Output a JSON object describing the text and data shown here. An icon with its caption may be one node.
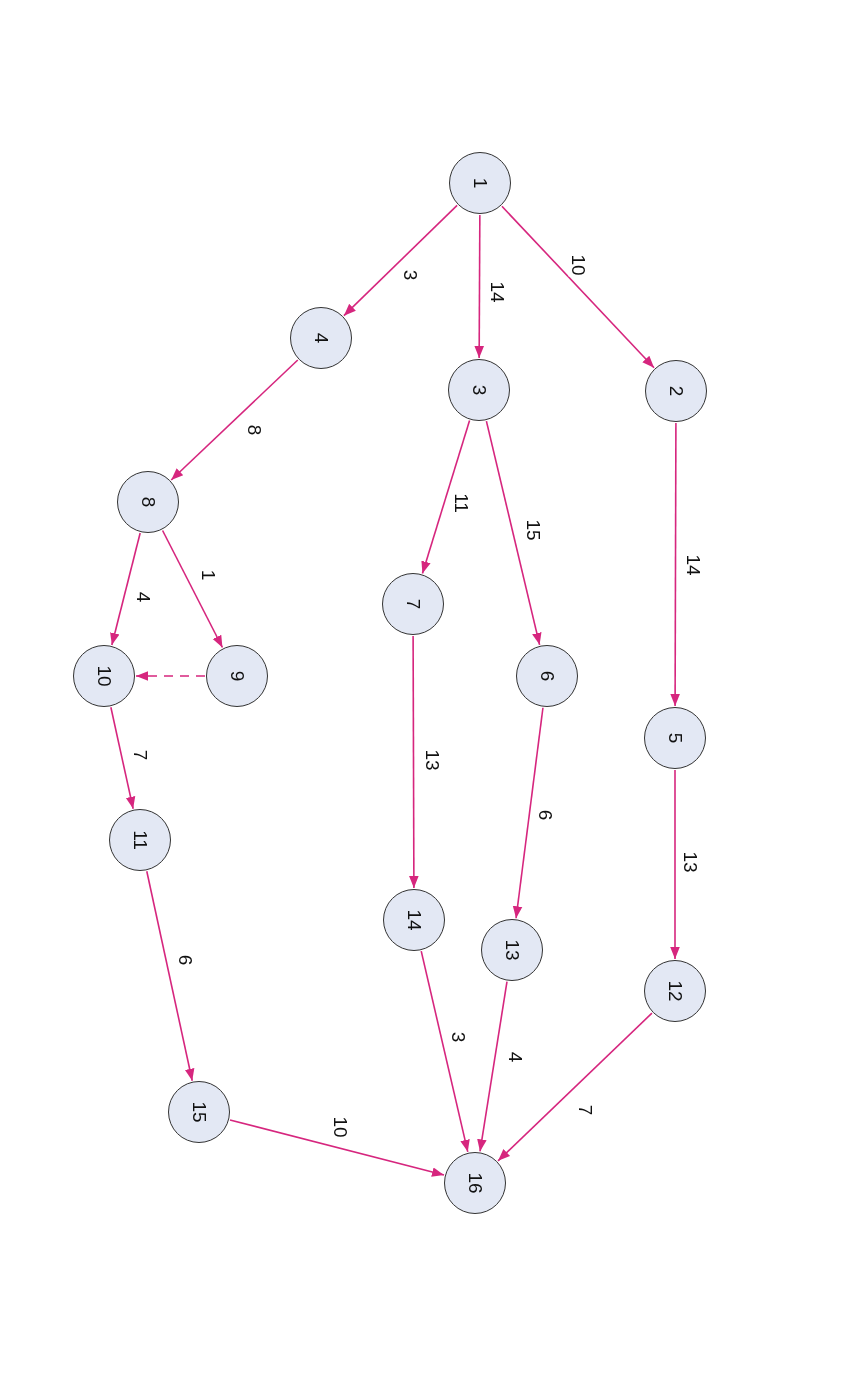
{
  "diagram": {
    "nodes": [
      {
        "text": [
          "1"
        ]
      },
      {
        "text": [
          "2"
        ]
      },
      {
        "text": [
          "3"
        ]
      },
      {
        "text": [
          "4"
        ]
      },
      {
        "text": [
          "5"
        ]
      },
      {
        "text": [
          "6"
        ]
      },
      {
        "text": [
          "7"
        ]
      },
      {
        "text": [
          "8"
        ]
      },
      {
        "text": [
          "9"
        ]
      },
      {
        "text": [
          "10"
        ]
      },
      {
        "text": [
          "11"
        ]
      },
      {
        "text": [
          "12"
        ]
      },
      {
        "text": [
          "13"
        ]
      },
      {
        "text": [
          "14"
        ]
      },
      {
        "text": [
          "15"
        ]
      },
      {
        "text": [
          "16"
        ]
      }
    ],
    "edges": [
      {
        "from": 0,
        "to": 3,
        "arrow": "to",
        "label": "3"
      },
      {
        "from": 0,
        "to": 2,
        "arrow": "to",
        "label": "14"
      },
      {
        "from": 0,
        "to": 1,
        "arrow": "to",
        "label": "10"
      },
      {
        "from": 1,
        "to": 4,
        "arrow": "to",
        "label": "14"
      },
      {
        "from": 3,
        "to": 7,
        "arrow": "to",
        "label": "8"
      },
      {
        "from": 2,
        "to": 6,
        "arrow": "to",
        "label": "11"
      },
      {
        "from": 2,
        "to": 5,
        "arrow": "to",
        "label": "15"
      },
      {
        "from": 7,
        "to": 9,
        "arrow": "to",
        "label": "4"
      },
      {
        "from": 7,
        "to": 8,
        "arrow": "to",
        "label": "1"
      },
      {
        "from": 8,
        "to": 9,
        "arrow": "to",
        "style": "dashed"
      },
      {
        "from": 4,
        "to": 11,
        "arrow": "to",
        "label": "13"
      },
      {
        "from": 6,
        "to": 13,
        "arrow": "to",
        "label": "13"
      },
      {
        "from": 5,
        "to": 12,
        "arrow": "to",
        "label": "6"
      },
      {
        "from": 9,
        "to": 10,
        "arrow": "to",
        "label": "7"
      },
      {
        "from": 10,
        "to": 14,
        "arrow": "to",
        "label": "6"
      },
      {
        "from": 13,
        "to": 15,
        "arrow": "to",
        "label": "3"
      },
      {
        "from": 12,
        "to": 15,
        "arrow": "to",
        "label": "4"
      },
      {
        "from": 11,
        "to": 15,
        "arrow": "to",
        "label": "7"
      },
      {
        "from": 14,
        "to": 15,
        "arrow": "to",
        "label": "10"
      }
    ]
  }
}
